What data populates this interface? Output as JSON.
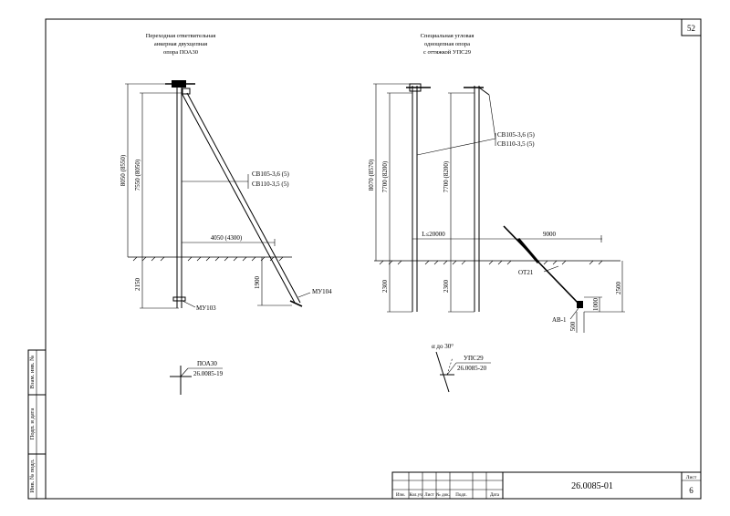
{
  "sheet_number": "52",
  "left_pole": {
    "title_lines": [
      "Переходная ответвительная",
      "анкерная двухцепная",
      "опора ПОА30"
    ],
    "dim_total": "8050 (8550)",
    "dim_upper": "7550 (8050)",
    "dim_lower": "2150",
    "dim_brace_depth": "1900",
    "dim_brace_base": "4050 (4300)",
    "insulator_1": "СВ105-3,6 (5)",
    "insulator_2": "СВ110-3,5 (5)",
    "foundation_left": "МУ103",
    "foundation_right": "МУ104",
    "plan_label": "ПОА30",
    "plan_code": "26.0085-19"
  },
  "right_pole": {
    "title_lines": [
      "Специальная угловая",
      "одноцепная опора",
      "с оттяжкой УПС29"
    ],
    "dim_total": "8070 (8570)",
    "dim_upper_a": "7700 (8200)",
    "dim_upper_b": "7700 (8200)",
    "dim_lower_a": "2300",
    "dim_lower_b": "2300",
    "dim_span": "L≤20000",
    "dim_guy_base": "9000",
    "dim_guy_depth": "2500",
    "dim_anchor_h": "1000",
    "dim_anchor_w": "500",
    "insulator_1": "СВ105-3,6 (5)",
    "insulator_2": "СВ110-3,5 (5)",
    "guy_label": "ОТ21",
    "anchor_label": "АВ-1",
    "angle_label": "α до 30°",
    "plan_label": "УПС29",
    "plan_code": "26.0085-20"
  },
  "side_stamp": [
    "Инв. № подл.",
    "Подп. и дата",
    "Взам. инв. №"
  ],
  "title_block": {
    "headers": [
      "Изм.",
      "Кол.уч",
      "Лист",
      "№ док.",
      "Подп.",
      "Дата"
    ],
    "document_code": "26.0085-01",
    "sheet_label": "Лист",
    "sheet_value": "6"
  }
}
